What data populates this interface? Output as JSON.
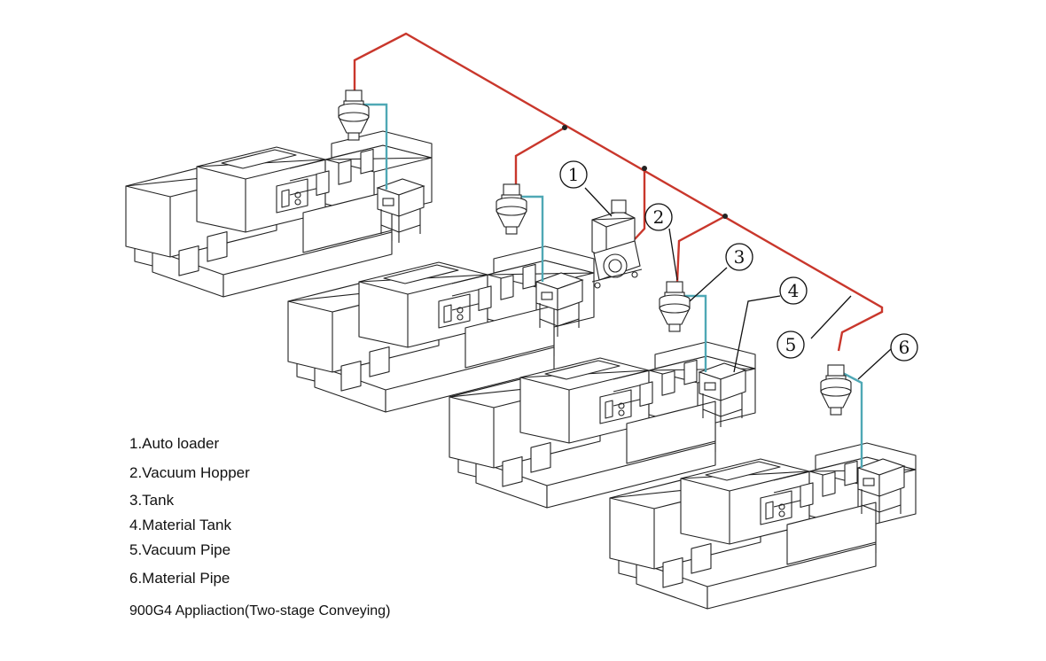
{
  "callouts": [
    "1",
    "2",
    "3",
    "4",
    "5",
    "6"
  ],
  "legend": [
    "1.Auto loader",
    "2.Vacuum Hopper",
    "3.Tank",
    "4.Material Tank",
    "5.Vacuum Pipe",
    "6.Material Pipe"
  ],
  "caption": "900G4 Appliaction(Two-stage Conveying)",
  "colors": {
    "vacuum_pipe": "#c9372c",
    "material_pipe": "#4fa8b5",
    "line_art": "#222222"
  }
}
